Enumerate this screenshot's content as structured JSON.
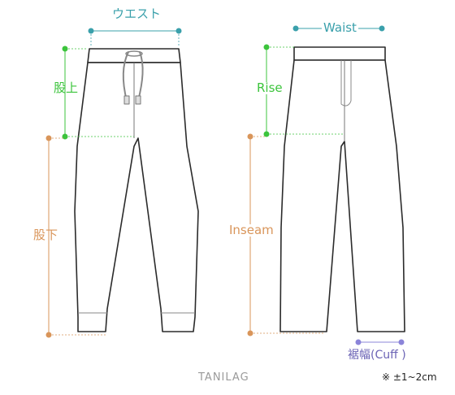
{
  "left_pants": {
    "waist_label": "ウエスト",
    "rise_label": "股上",
    "inseam_label": "股下"
  },
  "right_pants": {
    "waist_label": "Waist",
    "rise_label": "Rise",
    "inseam_label": "Inseam",
    "cuff_label": "裾幅(Cuff )"
  },
  "brand": "TANILAG",
  "tolerance_note": "※ ±1~2cm",
  "colors": {
    "waist": "#3aa0ab",
    "rise": "#3cc43c",
    "inseam": "#d9955a",
    "cuff": "#8b84d9",
    "outline": "#2b2b2b"
  }
}
